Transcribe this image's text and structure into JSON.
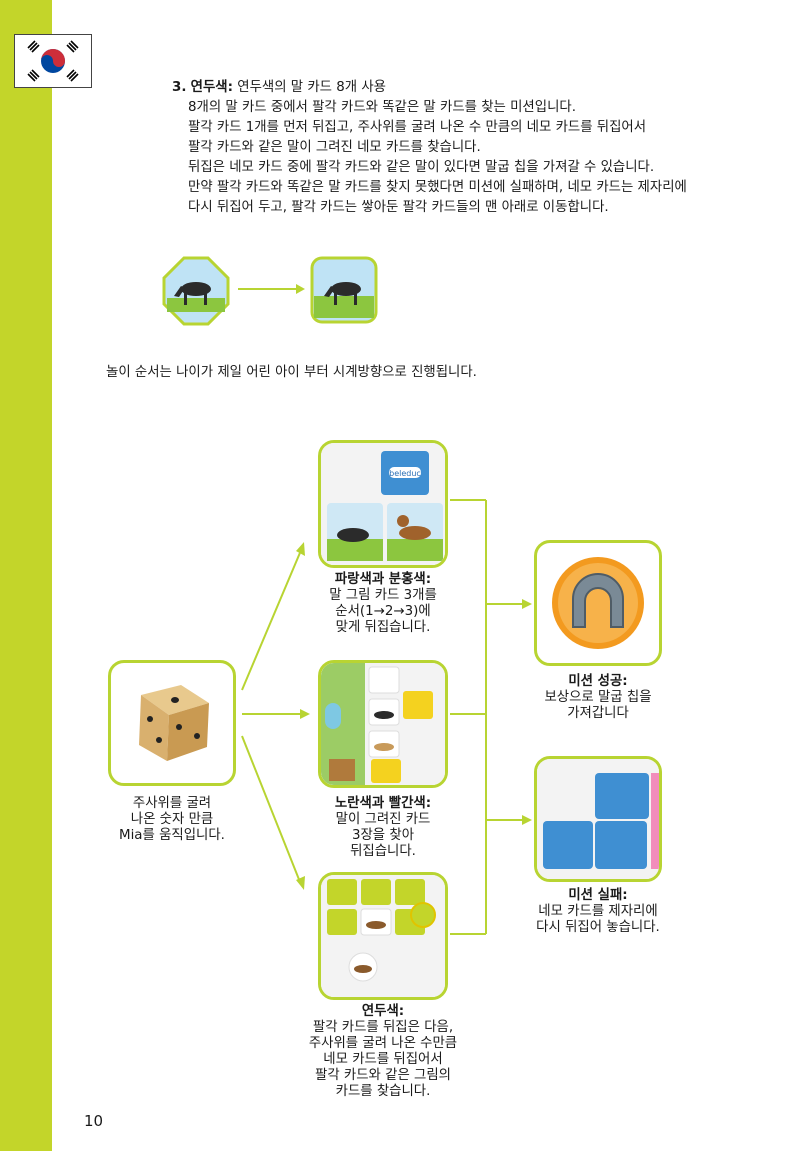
{
  "page": {
    "number": "10",
    "flag_icon": "south-korea-flag-icon",
    "accent_color": "#c3d52a",
    "card_border_color": "#b8d432"
  },
  "rules": {
    "heading_number": "3.",
    "heading_title": "연두색:",
    "heading_rest": " 연두색의 말 카드 8개 사용",
    "lines": [
      "8개의 말 카드 중에서 팔각 카드와 똑같은 말 카드를 찾는 미션입니다.",
      "팔각 카드 1개를 먼저 뒤집고, 주사위를 굴려 나온 수 만큼의 네모 카드를 뒤집어서",
      "팔각 카드와 같은 말이 그려진 네모 카드를 찾습니다.",
      "뒤집은 네모 카드 중에 팔각 카드와 같은 말이 있다면 말굽 칩을 가져갈 수 있습니다.",
      "만약 팔각 카드와 똑같은 말 카드를 찾지 못했다면 미션에 실패하며, 네모 카드는 제자리에",
      "다시 뒤집어 두고, 팔각 카드는 쌓아둔 팔각 카드들의 맨 아래로 이동합니다."
    ]
  },
  "turn_order_text": "놀이 순서는 나이가 제일 어린 아이 부터 시계방향으로 진행됩니다.",
  "card_brand": "beleduc",
  "diagram": {
    "dice": {
      "icon": "wooden-dice-icon",
      "caption": [
        "주사위를 굴려",
        "나온 숫자 만큼",
        "Mia를 움직입니다."
      ]
    },
    "blue_pink": {
      "title": "파랑색과 분홍색:",
      "lines": [
        "말 그림 카드 3개를",
        "순서(1→2→3)에",
        "맞게 뒤집습니다."
      ]
    },
    "yellow_red": {
      "title": "노란색과 빨간색:",
      "lines": [
        "말이 그려진 카드",
        "3장을 찾아",
        "뒤집습니다."
      ]
    },
    "green": {
      "title": "연두색:",
      "lines": [
        "팔각 카드를 뒤집은 다음,",
        "주사위를 굴려 나온 수만큼",
        "네모 카드를 뒤집어서",
        "팔각 카드와 같은 그림의",
        "카드를 찾습니다."
      ]
    },
    "success": {
      "icon": "horseshoe-chip-icon",
      "title": "미션 성공:",
      "lines": [
        "보상으로 말굽 칩을",
        "가져갑니다"
      ]
    },
    "fail": {
      "title": "미션 실패:",
      "lines": [
        "네모 카드를 제자리에",
        "다시 뒤집어 놓습니다."
      ]
    }
  }
}
